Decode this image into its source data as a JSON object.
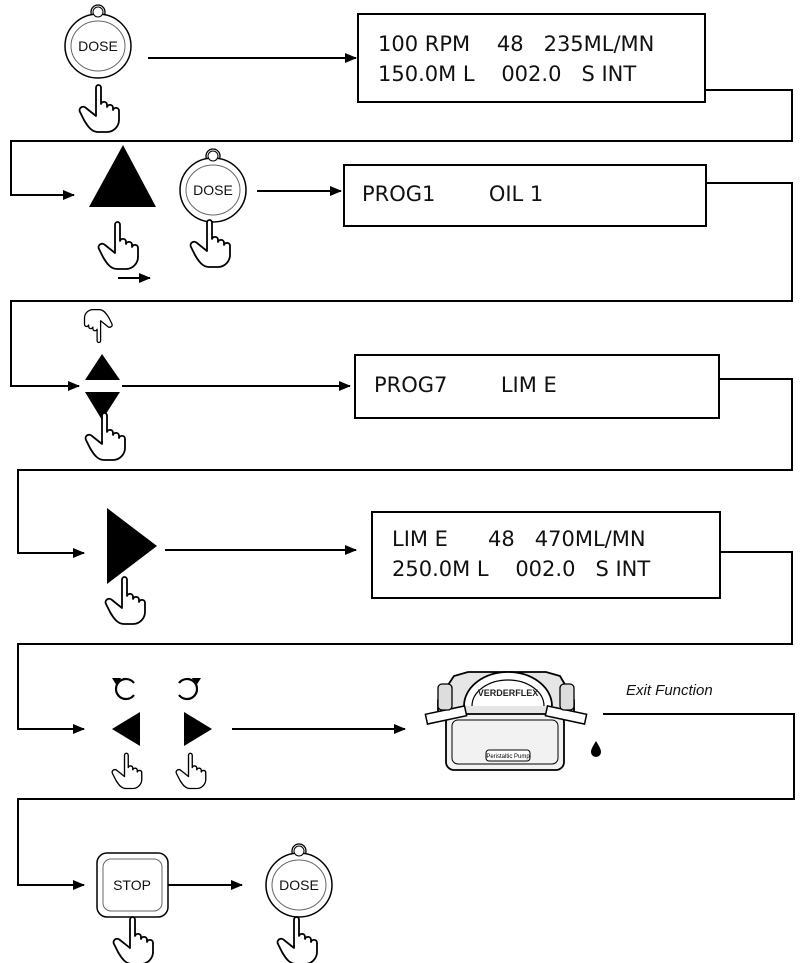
{
  "colors": {
    "ink": "#000000",
    "background": "#ffffff",
    "pump_body": "#f2f2f2"
  },
  "buttons": {
    "dose_label": "DOSE",
    "stop_label": "STOP"
  },
  "displays": [
    {
      "line1": "100 RPM    48   235ML/MN",
      "line2": "150.0M L    002.0   S INT"
    },
    {
      "line1": "PROG1        OIL 1",
      "line2": ""
    },
    {
      "line1": "PROG7        LIM E",
      "line2": ""
    },
    {
      "line1": "LIM E      48   470ML/MN",
      "line2": "250.0M L    002.0   S INT"
    }
  ],
  "exit_note": "Exit Function",
  "pump": {
    "brand_text": "VERDERFLEX",
    "label_text": "Peristaltic Pump"
  },
  "icons": [
    "dose-button-icon",
    "stop-button-icon",
    "hand-press-icon",
    "up-arrow-icon",
    "down-arrow-icon",
    "right-arrow-icon",
    "left-arrow-icon",
    "rotate-ccw-icon",
    "rotate-cw-icon",
    "droplet-icon",
    "pump-icon"
  ]
}
